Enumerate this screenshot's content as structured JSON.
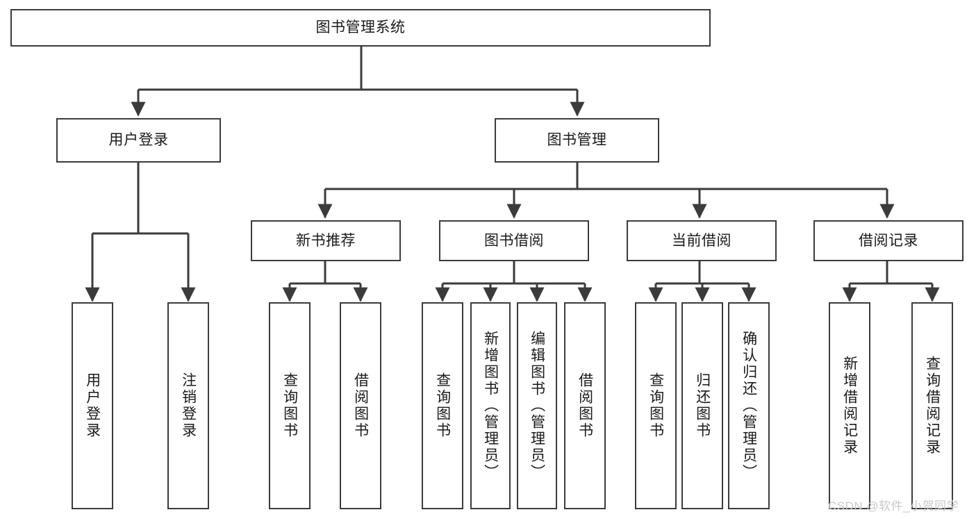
{
  "diagram": {
    "type": "tree-hierarchy",
    "title": "图书管理系统",
    "watermark": "CSDN @软件_小贺同学",
    "colors": {
      "box_border": "#3b3b3b",
      "box_fill": "#ffffff",
      "edge": "#3b3b3b",
      "text": "#1a1a1a",
      "watermark": "#c9c9c9",
      "background": "#ffffff"
    },
    "nodes": {
      "root": {
        "label": "图书管理系统",
        "level": 0
      },
      "user_login": {
        "label": "用户登录",
        "level": 1
      },
      "book_mgmt": {
        "label": "图书管理",
        "level": 1
      },
      "new_book_rec": {
        "label": "新书推荐",
        "level": 2
      },
      "book_borrow": {
        "label": "图书借阅",
        "level": 2
      },
      "current_borrow": {
        "label": "当前借阅",
        "level": 2
      },
      "borrow_record": {
        "label": "借阅记录",
        "level": 2
      },
      "leaf_user_login": {
        "label": "用户登录",
        "level": 3
      },
      "leaf_logout": {
        "label": "注销登录",
        "level": 3
      },
      "leaf_query_book_1": {
        "label": "查询图书",
        "level": 3
      },
      "leaf_borrow_book_1": {
        "label": "借阅图书",
        "level": 3
      },
      "leaf_query_book_2": {
        "label": "查询图书",
        "level": 3
      },
      "leaf_add_book": {
        "label": "新增图书（管理员）",
        "level": 3
      },
      "leaf_edit_book": {
        "label": "编辑图书（管理员）",
        "level": 3
      },
      "leaf_borrow_book_2": {
        "label": "借阅图书",
        "level": 3
      },
      "leaf_query_book_3": {
        "label": "查询图书",
        "level": 3
      },
      "leaf_return_book": {
        "label": "归还图书",
        "level": 3
      },
      "leaf_confirm_return": {
        "label": "确认归还（管理员）",
        "level": 3
      },
      "leaf_add_record": {
        "label": "新增借阅记录",
        "level": 3
      },
      "leaf_query_record": {
        "label": "查询借阅记录",
        "level": 3
      }
    },
    "edges": [
      {
        "from": "root",
        "to": "user_login"
      },
      {
        "from": "root",
        "to": "book_mgmt"
      },
      {
        "from": "user_login",
        "to": "leaf_user_login"
      },
      {
        "from": "user_login",
        "to": "leaf_logout"
      },
      {
        "from": "book_mgmt",
        "to": "new_book_rec"
      },
      {
        "from": "book_mgmt",
        "to": "book_borrow"
      },
      {
        "from": "book_mgmt",
        "to": "current_borrow"
      },
      {
        "from": "book_mgmt",
        "to": "borrow_record"
      },
      {
        "from": "new_book_rec",
        "to": "leaf_query_book_1"
      },
      {
        "from": "new_book_rec",
        "to": "leaf_borrow_book_1"
      },
      {
        "from": "book_borrow",
        "to": "leaf_query_book_2"
      },
      {
        "from": "book_borrow",
        "to": "leaf_add_book"
      },
      {
        "from": "book_borrow",
        "to": "leaf_edit_book"
      },
      {
        "from": "book_borrow",
        "to": "leaf_borrow_book_2"
      },
      {
        "from": "current_borrow",
        "to": "leaf_query_book_3"
      },
      {
        "from": "current_borrow",
        "to": "leaf_return_book"
      },
      {
        "from": "current_borrow",
        "to": "leaf_confirm_return"
      },
      {
        "from": "borrow_record",
        "to": "leaf_add_record"
      },
      {
        "from": "borrow_record",
        "to": "leaf_query_record"
      }
    ]
  }
}
